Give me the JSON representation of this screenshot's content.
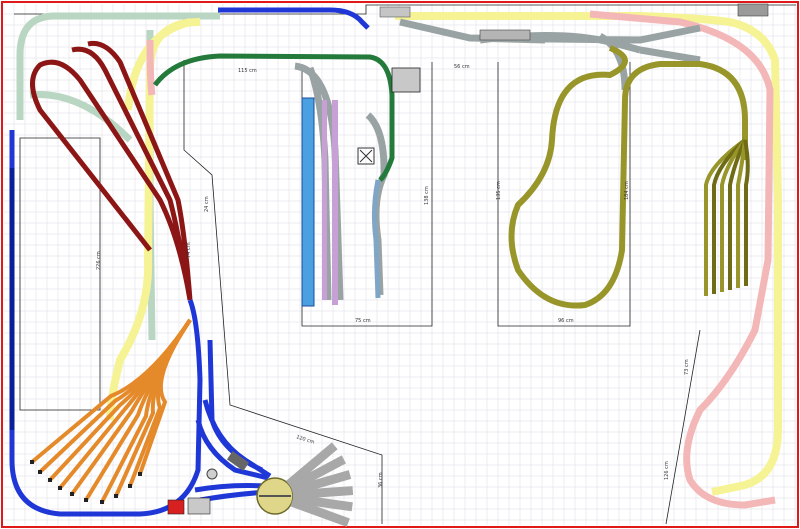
{
  "colors": {
    "background": "#ffffff",
    "grid": "#dadce6",
    "frame": "#e01818",
    "outline": "#222222",
    "blue": "#1f37d6",
    "blue_dark": "#0a1f9a",
    "maroon": "#8c1616",
    "olive": "#98962a",
    "olive_dark": "#6e6c14",
    "green": "#237a3b",
    "pink": "#f3b7b7",
    "yellow": "#f6f395",
    "pale_green": "#b9d6c2",
    "grey": "#9aa3a3",
    "orange": "#e48a2a",
    "violet": "#c7a1d6",
    "cyan": "#3f9ee8",
    "steel": "#7fa6c7"
  },
  "labels": {
    "l1": "115 cm",
    "l2": "56 cm",
    "l3": "75 cm",
    "l4": "96 cm",
    "l5": "74 cm",
    "l6": "226 cm",
    "l7": "138 cm",
    "l8": "135 cm",
    "l9": "184 cm",
    "l10": "120 cm",
    "l11": "36 cm",
    "l12": "24 cm",
    "l13": "73 cm",
    "l14": "126 cm"
  }
}
